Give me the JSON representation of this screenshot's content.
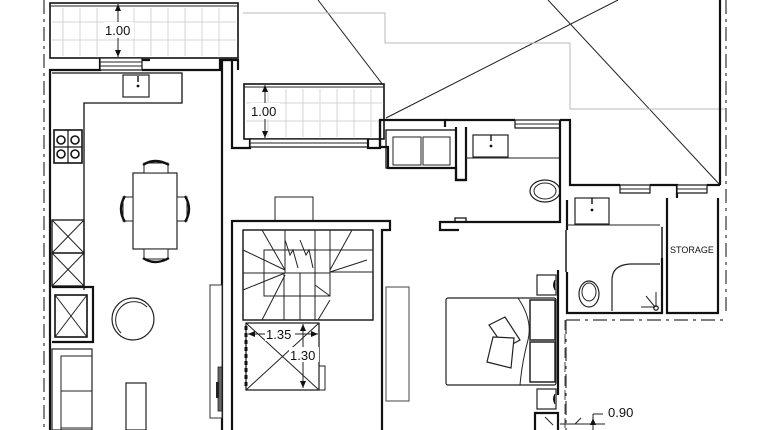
{
  "drawing": {
    "type": "architectural floor plan",
    "background": "#ffffff",
    "line_color": "#111111",
    "hatch_color": "#d4d4d4"
  },
  "dimensions": {
    "balcony_left_depth": "1.00",
    "balcony_middle_depth": "1.00",
    "shaft_width": "1.35",
    "shaft_depth": "1.30",
    "bottom_right": "0.90"
  },
  "rooms": {
    "storage": "STORAGE"
  },
  "fixtures": [
    "balcony-left",
    "balcony-middle",
    "kitchen-counter",
    "kitchen-sink",
    "cooktop",
    "appliance-cabinets",
    "dining-table",
    "dining-chairs",
    "round-side-table",
    "sofa",
    "coffee-table",
    "tv-unit",
    "staircase",
    "shaft-void",
    "laundry-units",
    "bathroom-sink",
    "toilet",
    "bed",
    "pillows",
    "nightstands",
    "ensuite-sink",
    "ensuite-toilet",
    "shower",
    "storage-room",
    "roof-lines"
  ]
}
